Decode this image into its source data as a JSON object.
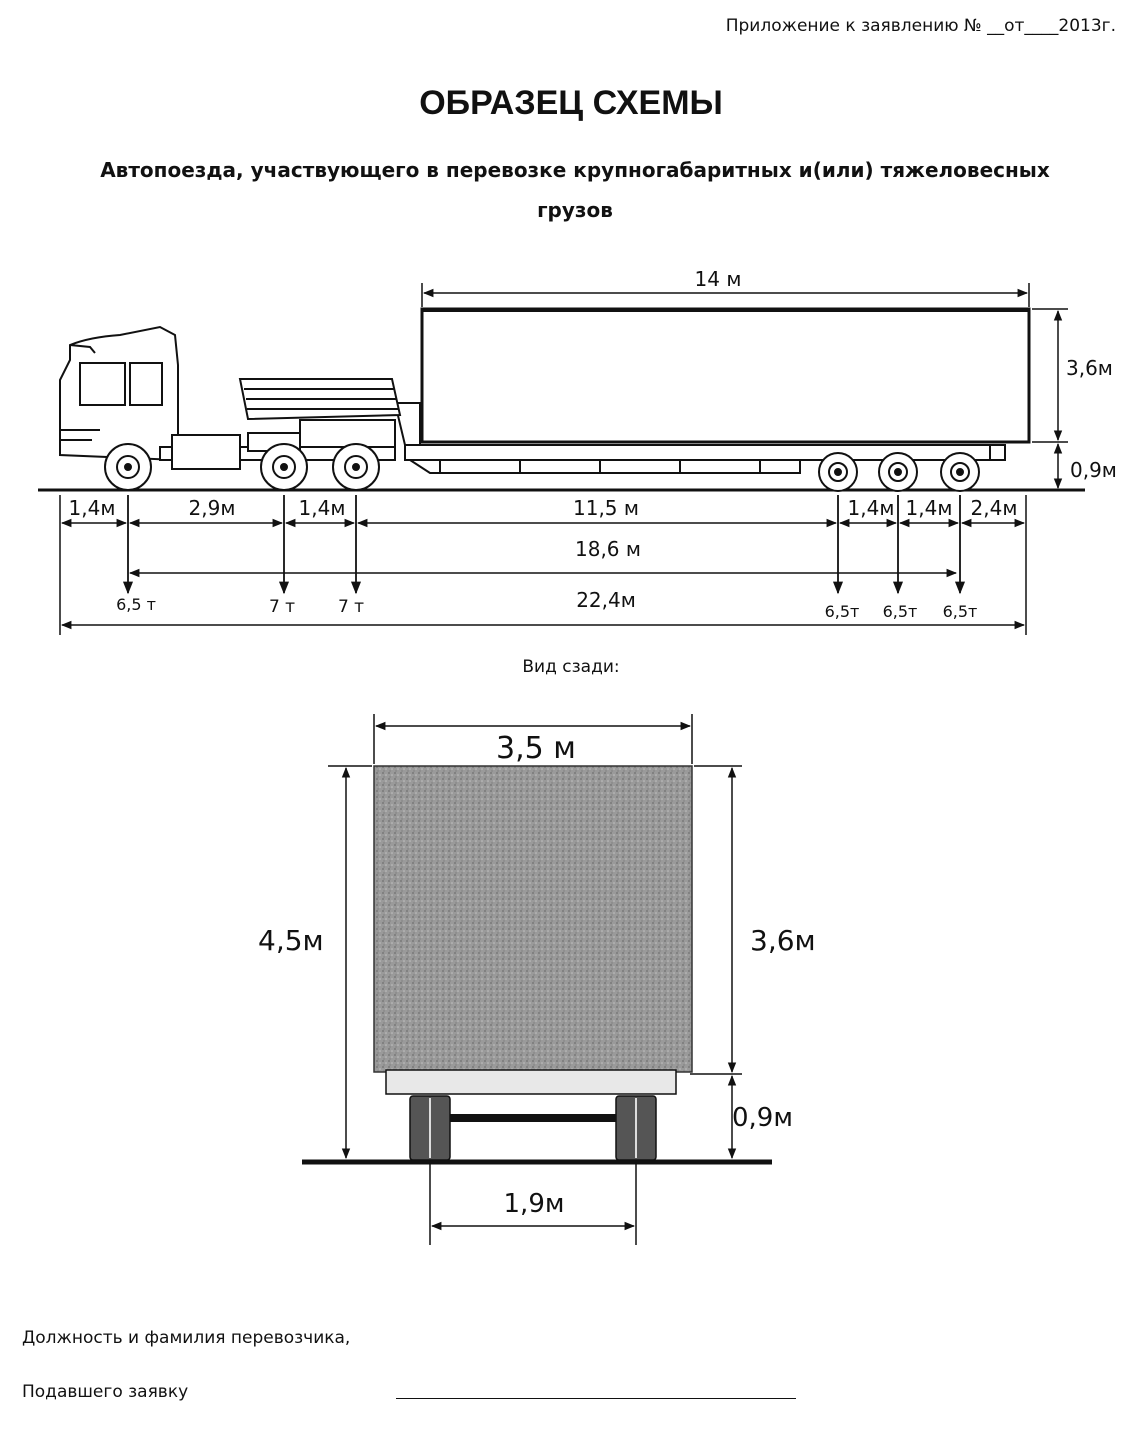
{
  "header": {
    "note": "Приложение к заявлению № __от____2013г.",
    "title": "ОБРАЗЕЦ СХЕМЫ",
    "subtitle_line1": "Автопоезда, участвующего в перевозке крупногабаритных и(или) тяжеловесных",
    "subtitle_line2": "грузов"
  },
  "side_view": {
    "cargo_length": "14 м",
    "cargo_height": "3,6м",
    "deck_height": "0,9м",
    "spacings": [
      "1,4м",
      "2,9м",
      "1,4м",
      "11,5 м",
      "1,4м",
      "1,4м",
      "2,4м"
    ],
    "wheelbase_total": "18,6 м",
    "overall_length": "22,4м",
    "axle_loads": [
      "6,5 т",
      "7 т",
      "7 т",
      "6,5т",
      "6,5т",
      "6,5т"
    ]
  },
  "rear_view": {
    "caption": "Вид сзади:",
    "width": "3,5 м",
    "total_height": "4,5м",
    "cargo_height": "3,6м",
    "deck_height": "0,9м",
    "track_width": "1,9м"
  },
  "footer": {
    "signer_label": "Должность и фамилия перевозчика,",
    "applicant_label": "Подавшего заявку"
  }
}
